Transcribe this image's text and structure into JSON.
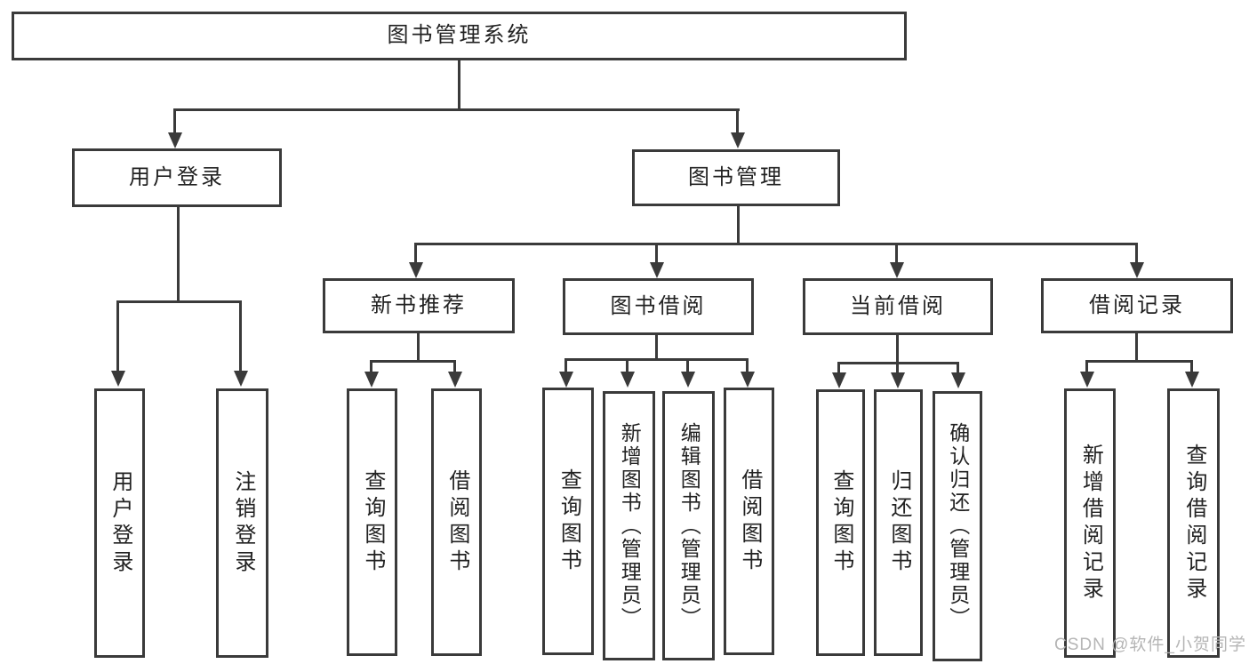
{
  "colors": {
    "background": "#ffffff",
    "line": "#3a3a3a",
    "box_border": "#3a3a3a",
    "text": "#222222",
    "watermark": "#b5b5b5"
  },
  "tree": {
    "root": {
      "label": "图书管理系统"
    },
    "branches": [
      {
        "label": "用户登录",
        "children": [
          {
            "label": "用户登录"
          },
          {
            "label": "注销登录"
          }
        ]
      },
      {
        "label": "图书管理",
        "sections": [
          {
            "label": "新书推荐",
            "children": [
              {
                "label": "查询图书"
              },
              {
                "label": "借阅图书"
              }
            ]
          },
          {
            "label": "图书借阅",
            "children": [
              {
                "label": "查询图书"
              },
              {
                "label": "新增图书（管理员）"
              },
              {
                "label": "编辑图书（管理员）"
              },
              {
                "label": "借阅图书"
              }
            ]
          },
          {
            "label": "当前借阅",
            "children": [
              {
                "label": "查询图书"
              },
              {
                "label": "归还图书"
              },
              {
                "label": "确认归还（管理员）"
              }
            ]
          },
          {
            "label": "借阅记录",
            "children": [
              {
                "label": "新增借阅记录"
              },
              {
                "label": "查询借阅记录"
              }
            ]
          }
        ]
      }
    ]
  },
  "watermark": {
    "text": "CSDN @软件_小贺同学"
  }
}
